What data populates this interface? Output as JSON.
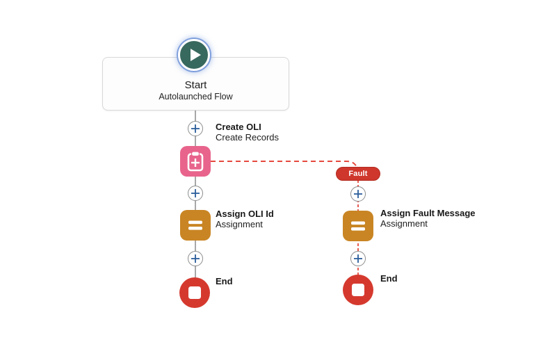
{
  "flow": {
    "start": {
      "title": "Start",
      "subtitle": "Autolaunched Flow"
    },
    "nodes": {
      "create_oli": {
        "title": "Create OLI",
        "subtitle": "Create Records"
      },
      "assign_oli": {
        "title": "Assign OLI Id",
        "subtitle": "Assignment"
      },
      "end_main": {
        "title": "End"
      },
      "assign_fault": {
        "title": "Assign Fault Message",
        "subtitle": "Assignment"
      },
      "end_fault": {
        "title": "End"
      }
    },
    "fault_connector": {
      "label": "Fault"
    }
  },
  "icons": {
    "start": "play-icon",
    "create_records": "clipboard-plus-icon",
    "assignment": "equals-icon",
    "end": "stop-icon",
    "add": "add-element-plus-icon"
  },
  "colors": {
    "start_node_teal": "#38695e",
    "create_records_pink": "#e8648c",
    "assignment_orange": "#c98524",
    "end_red": "#d5392e",
    "fault_badge_red": "#cf372c",
    "fault_line_red": "#e5493d",
    "connector_gray": "#8c8c8c",
    "plus_blue": "#2b5d9b"
  }
}
